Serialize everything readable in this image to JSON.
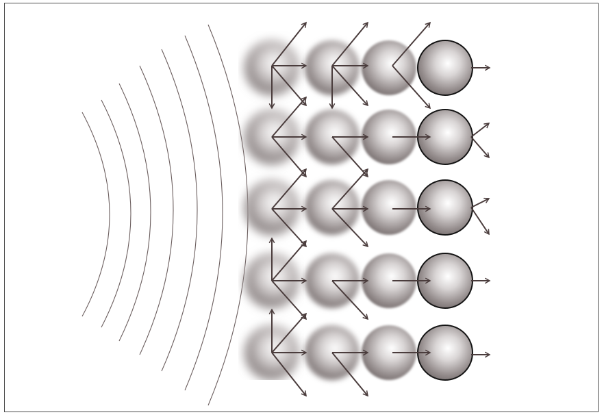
{
  "diagram": {
    "wavefront_count": 7,
    "columns": [
      {
        "id": "col-1",
        "blur_level": 3
      },
      {
        "id": "col-2",
        "blur_level": 2
      },
      {
        "id": "col-3",
        "blur_level": 1
      },
      {
        "id": "col-4",
        "blur_level": 0
      }
    ],
    "rows": 5,
    "colors": {
      "background": "#ffffff",
      "frame": "#4a4a4a",
      "wave_line": "#6b5e5e",
      "arrow": "#4a3c3c",
      "sphere_light": "#ffffff",
      "sphere_dark": "#6f6767",
      "sphere_outline": "#141414"
    }
  }
}
